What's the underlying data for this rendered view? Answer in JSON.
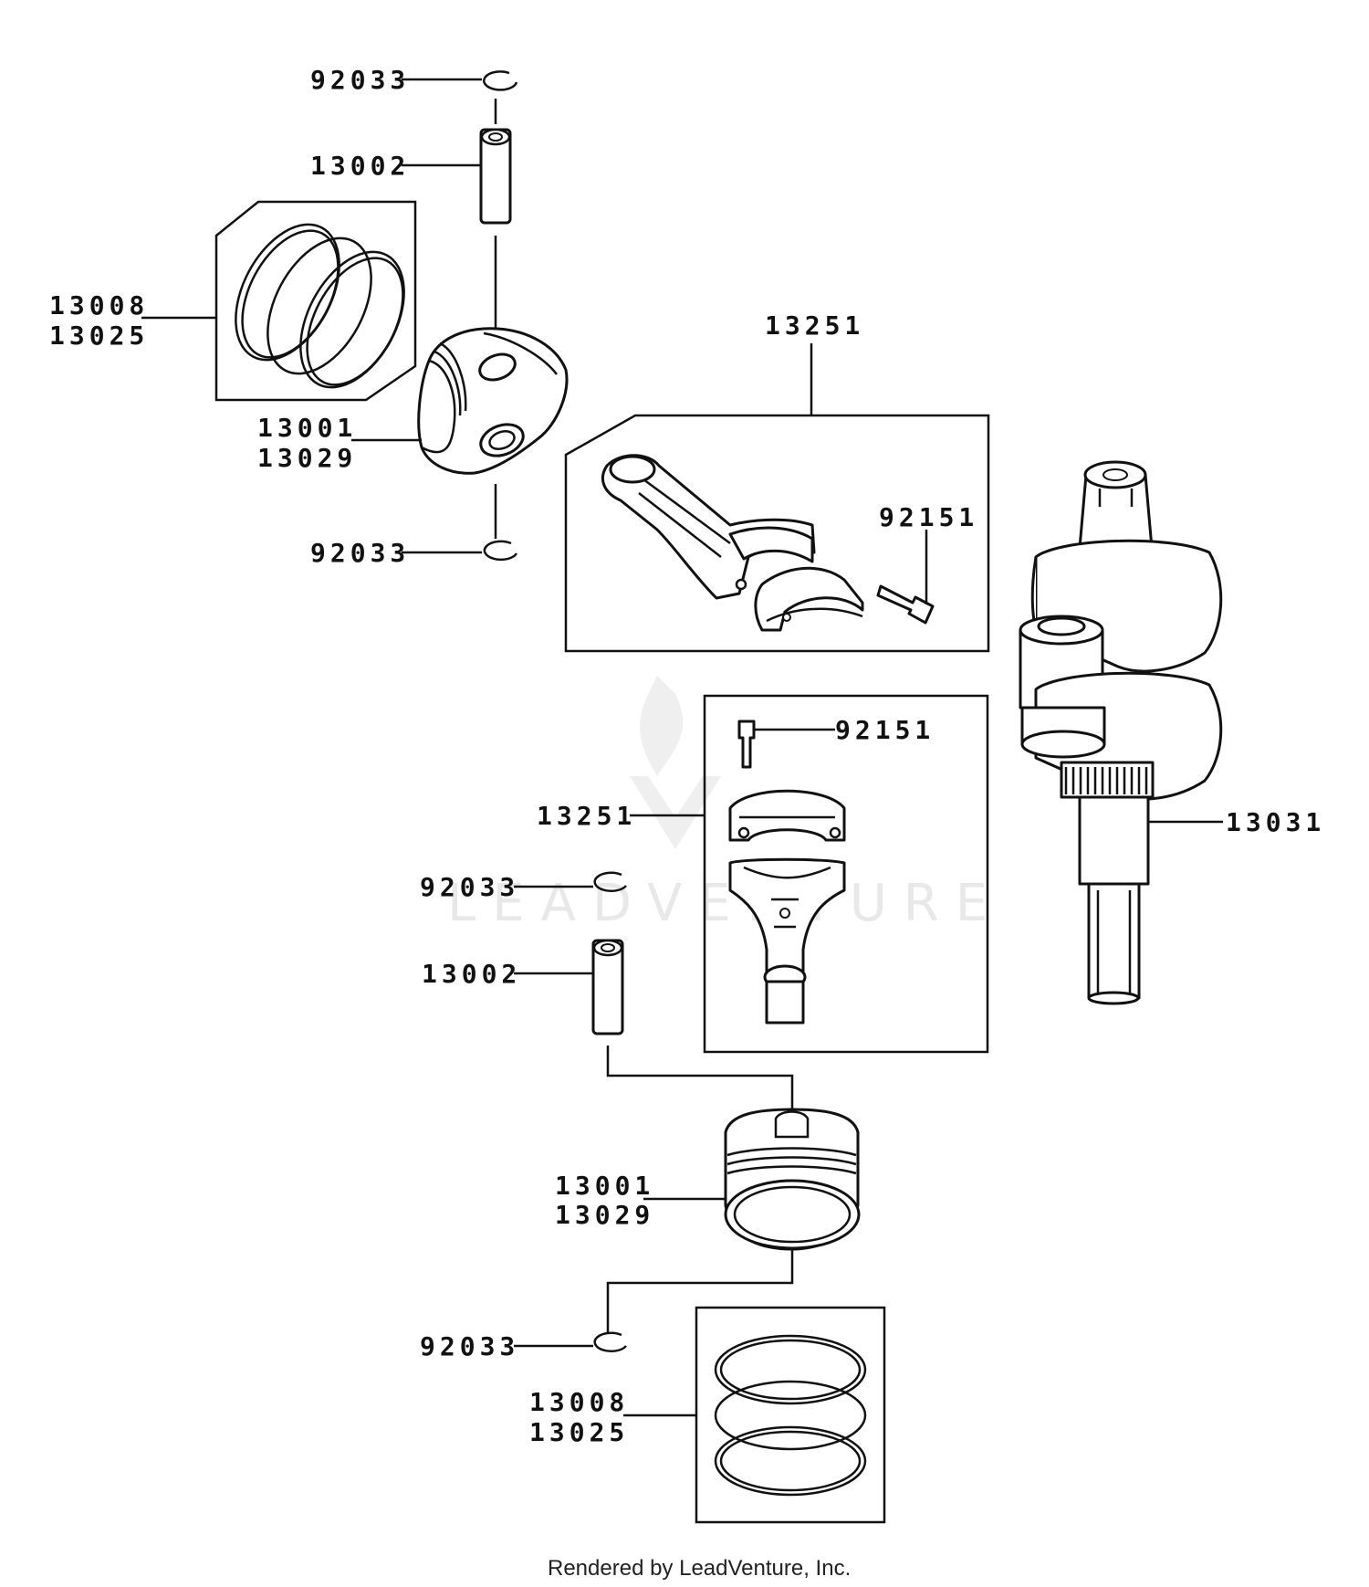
{
  "diagram": {
    "callouts": {
      "top_clip_upper": "92033",
      "top_pin": "13002",
      "top_rings_a": "13008",
      "top_rings_b": "13025",
      "top_piston_a": "13001",
      "top_piston_b": "13029",
      "top_clip_lower": "92033",
      "top_rod": "13251",
      "top_bolt": "92151",
      "crankshaft": "13031",
      "bottom_bolt": "92151",
      "bottom_rod": "13251",
      "bottom_clip_upper": "92033",
      "bottom_pin": "13002",
      "bottom_piston_a": "13001",
      "bottom_piston_b": "13029",
      "bottom_clip_lower": "92033",
      "bottom_rings_a": "13008",
      "bottom_rings_b": "13025"
    },
    "watermark": "LEADVENTURE",
    "footer": "Rendered by LeadVenture, Inc."
  }
}
